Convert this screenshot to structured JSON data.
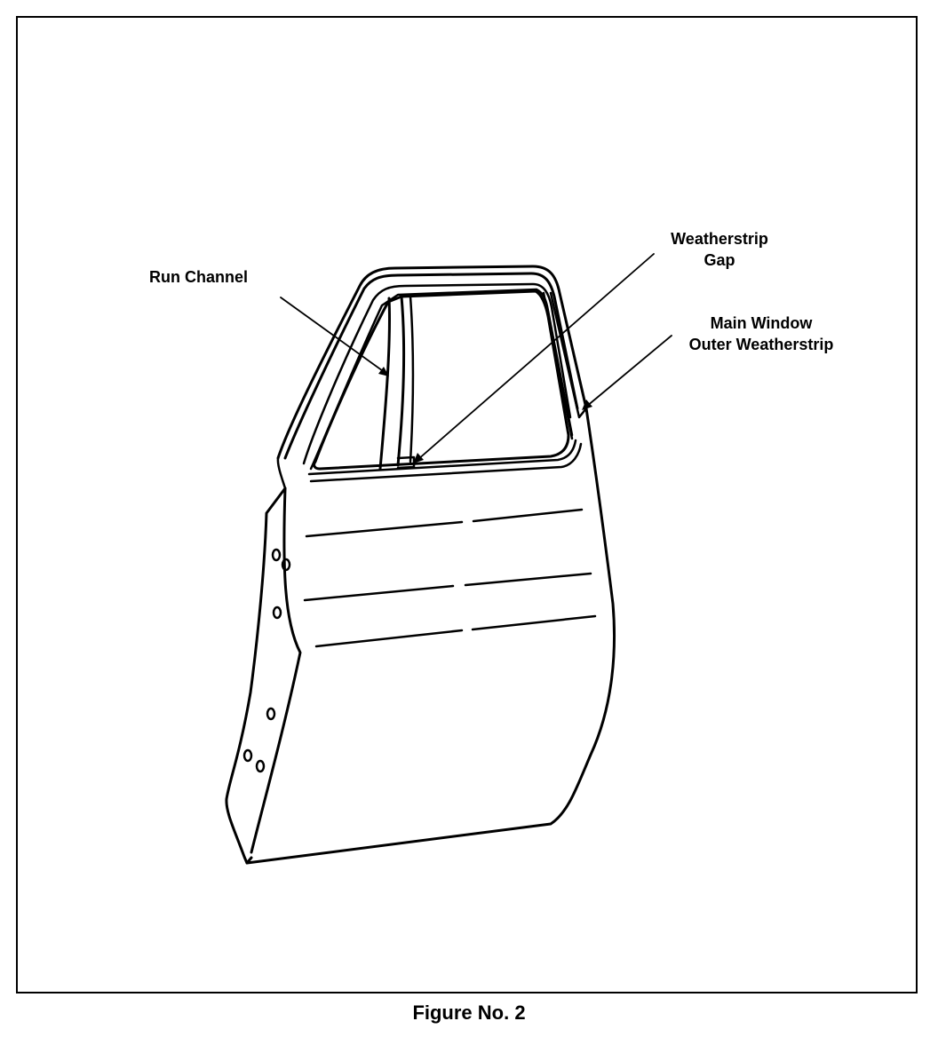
{
  "figure": {
    "callouts": {
      "run_channel": "Run Channel",
      "weatherstrip_gap": [
        "Weatherstrip",
        "Gap"
      ],
      "main_window_outer_weatherstrip": [
        "Main Window",
        "Outer Weatherstrip"
      ]
    },
    "caption": "Figure No. 2"
  },
  "colors": {
    "ink": "#000000",
    "background": "#ffffff"
  }
}
